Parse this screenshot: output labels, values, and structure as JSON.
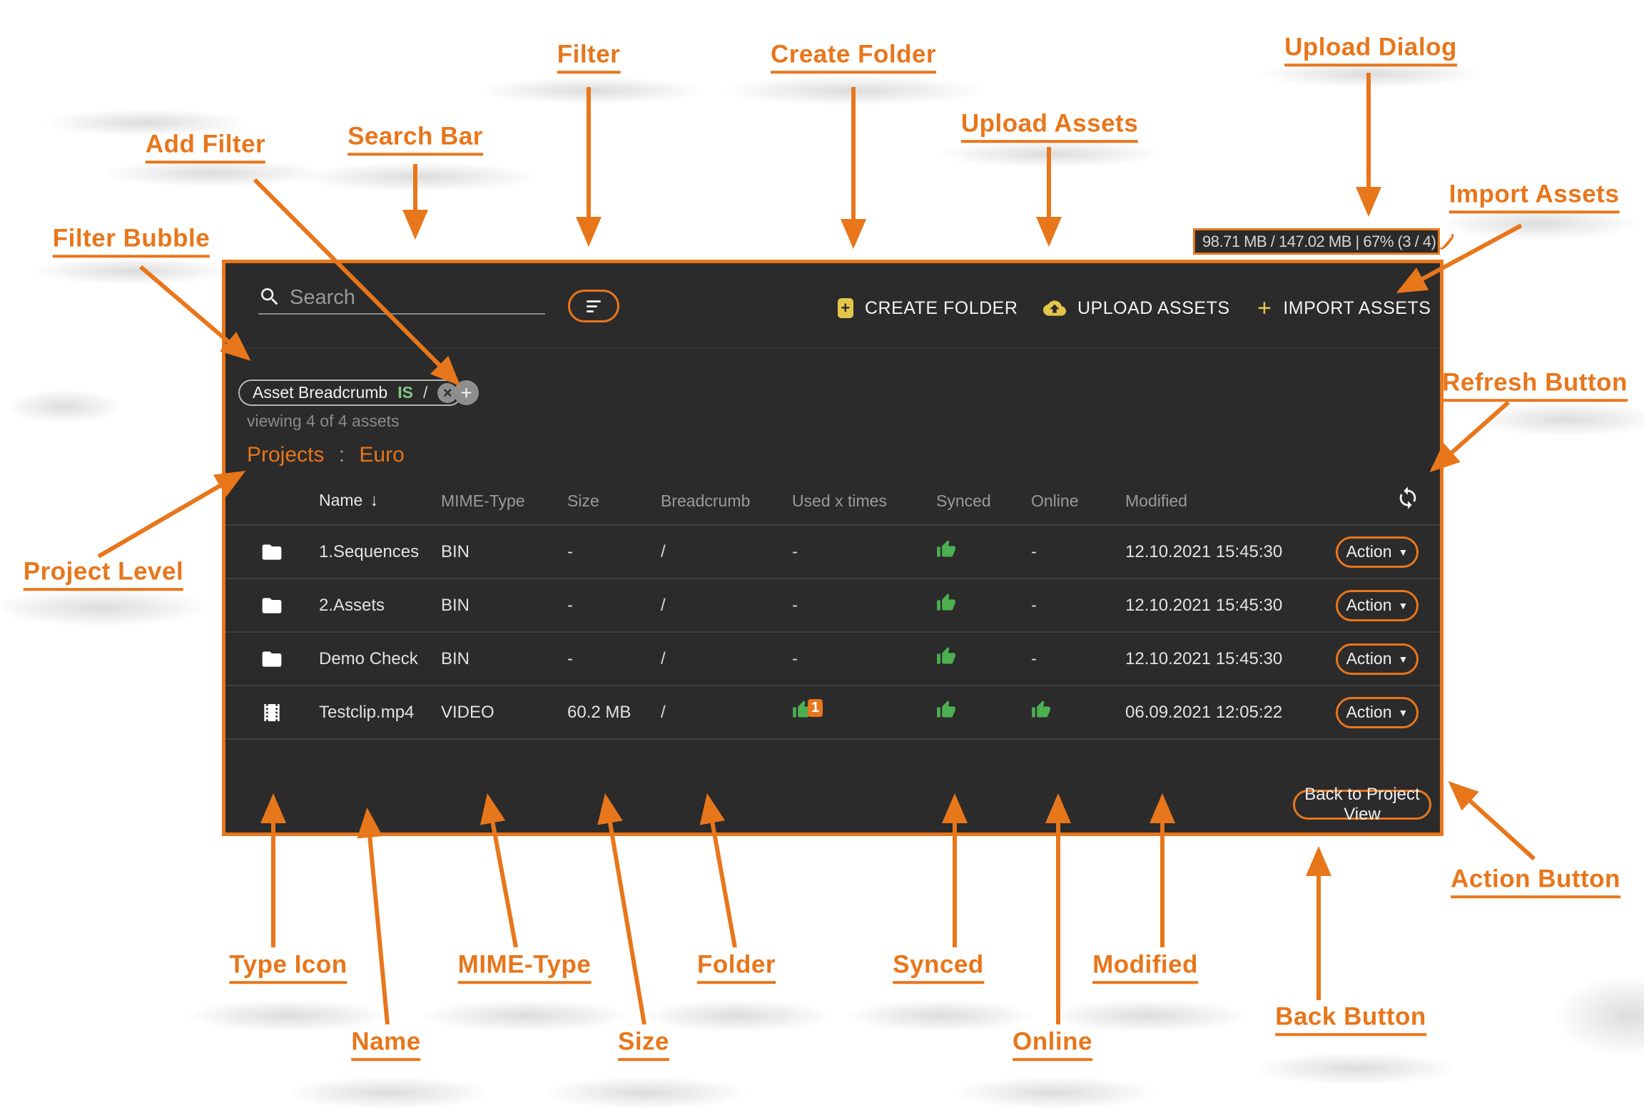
{
  "annotations": {
    "filter": "Filter",
    "create_folder": "Create Folder",
    "upload_dialog": "Upload Dialog",
    "search_bar": "Search Bar",
    "add_filter": "Add Filter",
    "upload_assets": "Upload Assets",
    "import_assets": "Import Assets",
    "filter_bubble": "Filter Bubble",
    "refresh_button": "Refresh Button",
    "project_level": "Project Level",
    "type_icon": "Type Icon",
    "mime_type": "MIME-Type",
    "folder": "Folder",
    "synced": "Synced",
    "modified": "Modified",
    "name": "Name",
    "size": "Size",
    "online": "Online",
    "back_button": "Back Button",
    "action_button": "Action Button"
  },
  "colors": {
    "accent_orange": "#E8761B",
    "icon_yellow": "#E4C54B",
    "thumb_green": "#4CAF50",
    "window_bg": "#2B2B2B"
  },
  "app": {
    "search_placeholder": "Search",
    "toolbar": {
      "create_folder": "CREATE FOLDER",
      "upload_assets": "UPLOAD ASSETS",
      "import_assets": "IMPORT ASSETS",
      "create_folder_icon_glyph": "+",
      "import_icon_glyph": "+"
    },
    "upload_badge_text": "98.71 MB / 147.02 MB | 67% (3 / 4)",
    "filter_bubble": {
      "field": "Asset Breadcrumb",
      "operator": "IS",
      "value": "/",
      "remove_glyph": "×"
    },
    "add_filter_glyph": "+",
    "viewing_text": "viewing 4 of 4 assets",
    "breadcrumb": {
      "root": "Projects",
      "separator": ":",
      "current": "Euro"
    },
    "table": {
      "headers": {
        "name": "Name",
        "sort_glyph": "↓",
        "mime": "MIME-Type",
        "size": "Size",
        "breadcrumb": "Breadcrumb",
        "used": "Used x times",
        "synced": "Synced",
        "online": "Online",
        "modified": "Modified"
      },
      "rows": [
        {
          "type": "folder",
          "name": "1.Sequences",
          "mime": "BIN",
          "size": "-",
          "breadcrumb": "/",
          "used": "-",
          "online": "-",
          "modified": "12.10.2021 15:45:30",
          "action": "Action"
        },
        {
          "type": "folder",
          "name": "2.Assets",
          "mime": "BIN",
          "size": "-",
          "breadcrumb": "/",
          "used": "-",
          "online": "-",
          "modified": "12.10.2021 15:45:30",
          "action": "Action"
        },
        {
          "type": "folder",
          "name": "Demo Check",
          "mime": "BIN",
          "size": "-",
          "breadcrumb": "/",
          "used": "-",
          "online": "-",
          "modified": "12.10.2021 15:45:30",
          "action": "Action"
        },
        {
          "type": "video",
          "name": "Testclip.mp4",
          "mime": "VIDEO",
          "size": "60.2 MB",
          "breadcrumb": "/",
          "used_badge": "1",
          "modified": "06.09.2021 12:05:22",
          "action": "Action"
        }
      ]
    },
    "back_button_label": "Back to Project View",
    "action_caret_glyph": "▼"
  }
}
